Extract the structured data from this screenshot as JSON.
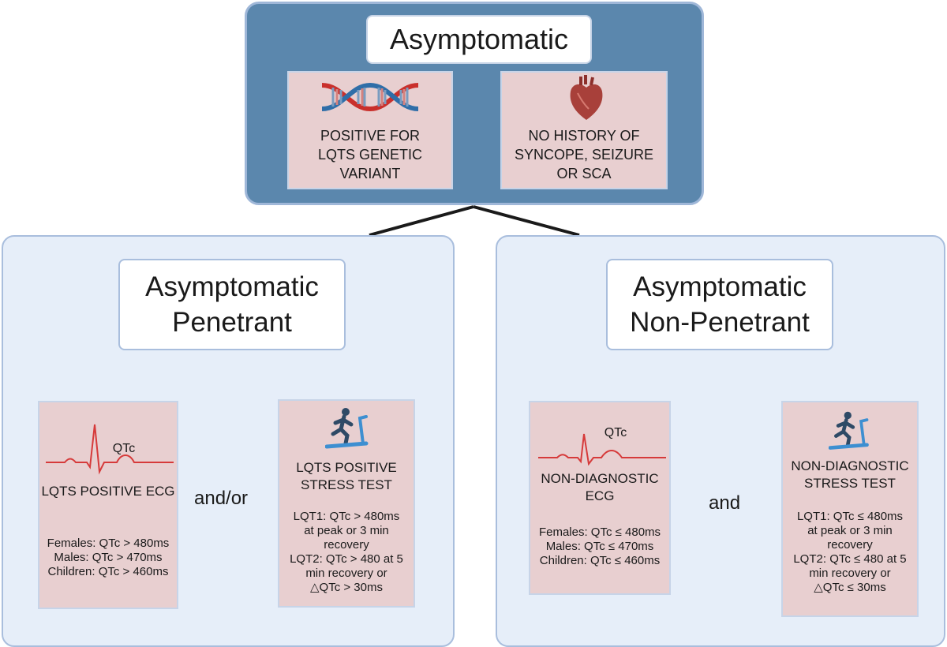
{
  "top": {
    "title": "Asymptomatic",
    "genetic": {
      "icon": "dna-icon",
      "text": "POSITIVE FOR\nLQTS GENETIC\nVARIANT"
    },
    "history": {
      "icon": "heart-icon",
      "text": "NO HISTORY OF\nSYNCOPE, SEIZURE\nOR SCA"
    }
  },
  "left": {
    "title": "Asymptomatic\nPenetrant",
    "ecg": {
      "icon": "ecg-waveform-icon",
      "qtc_label": "QTc",
      "heading": "LQTS POSITIVE ECG",
      "details": "Females: QTc > 480ms\nMales: QTc > 470ms\nChildren: QTc > 460ms"
    },
    "conjunction": "and/or",
    "stress": {
      "icon": "treadmill-runner-icon",
      "heading": "LQTS POSITIVE\nSTRESS TEST",
      "details": "LQT1: QTc > 480ms\nat peak or 3 min\nrecovery\nLQT2: QTc > 480 at 5\nmin recovery or\n△QTc > 30ms"
    }
  },
  "right": {
    "title": "Asymptomatic\nNon-Penetrant",
    "ecg": {
      "icon": "ecg-waveform-icon",
      "qtc_label": "QTc",
      "heading": "NON-DIAGNOSTIC\nECG",
      "details": "Females: QTc ≤ 480ms\nMales: QTc ≤ 470ms\nChildren: QTc ≤ 460ms"
    },
    "conjunction": "and",
    "stress": {
      "icon": "treadmill-runner-icon",
      "heading": "NON-DIAGNOSTIC\nSTRESS TEST",
      "details": "LQT1: QTc ≤ 480ms\nat peak or 3 min\nrecovery\nLQT2: QTc ≤ 480 at 5\nmin recovery or\n△QTc ≤ 30ms"
    }
  },
  "colors": {
    "top_fill": "#5b87ad",
    "card_fill": "#e8cfd0",
    "panel_fill": "#e6eef9",
    "ecg_red": "#d63a3a",
    "runner_blue": "#3d8fd1"
  }
}
